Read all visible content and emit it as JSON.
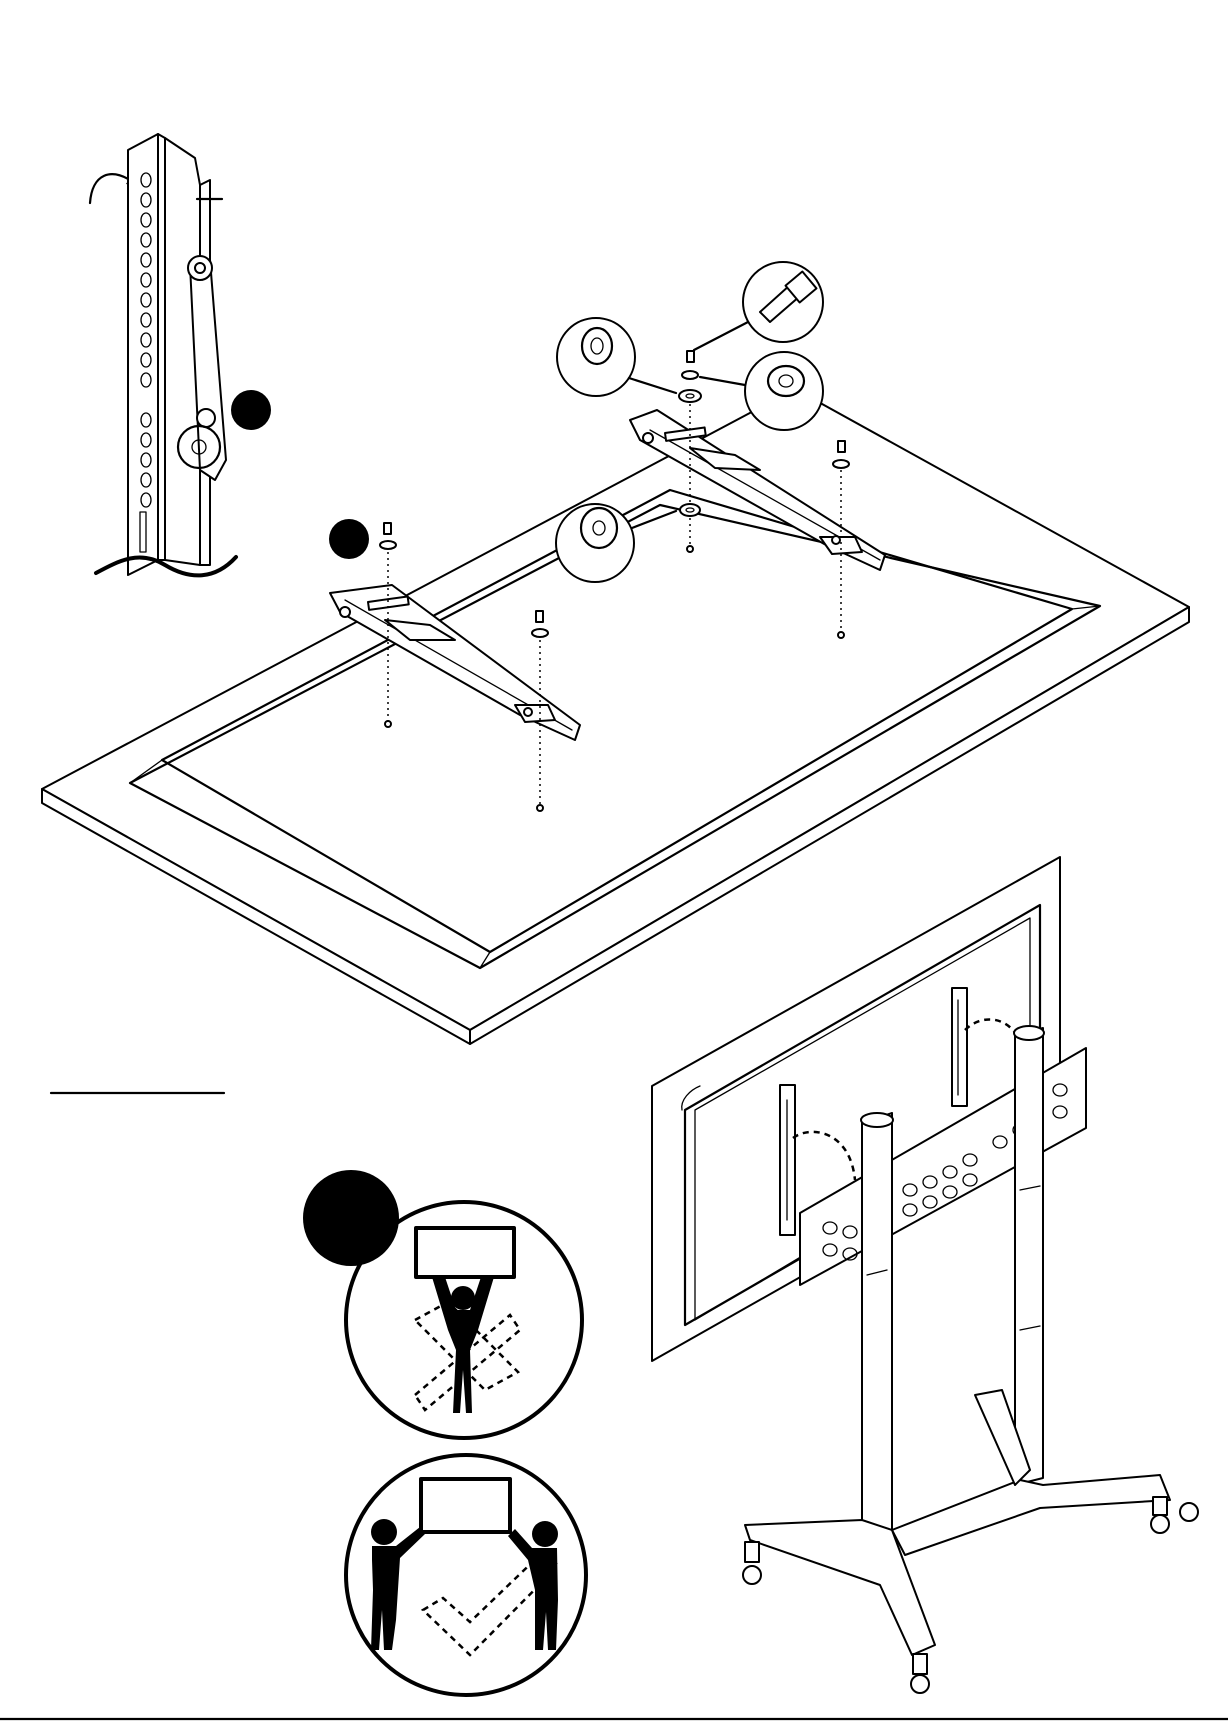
{
  "page": {
    "background": "#ffffff",
    "ink": "#000000"
  },
  "panels": {
    "detail": {
      "icon": "upright-column-detail"
    },
    "main": {
      "icon": "display-back-with-brackets"
    },
    "warning": {
      "icon": "two-person-lift-warning"
    },
    "result": {
      "icon": "mobile-stand-with-display"
    }
  },
  "callouts": {
    "spacer_icon": "spacer-icon",
    "bolt_icon": "bolt-icon",
    "washer_icon": "washer-icon",
    "nut_icon": "spacer-nut-icon"
  },
  "lift_warning": {
    "wrong_icon": "one-person-lift-cross-icon",
    "right_icon": "two-person-lift-check-icon"
  }
}
